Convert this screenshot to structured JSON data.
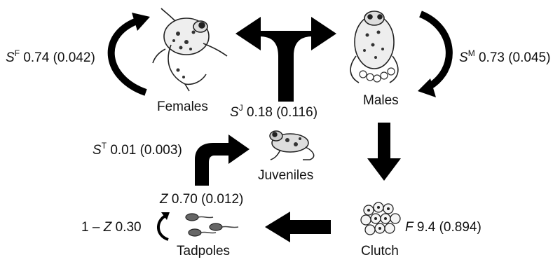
{
  "stages": {
    "females": "Females",
    "males": "Males",
    "juveniles": "Juveniles",
    "clutch": "Clutch",
    "tadpoles": "Tadpoles"
  },
  "rates": {
    "female_survival": {
      "symbol": "S",
      "superscript": "F",
      "value": "0.74 (0.042)"
    },
    "male_survival": {
      "symbol": "S",
      "superscript": "M",
      "value": "0.73 (0.045)"
    },
    "juvenile_survival": {
      "symbol": "S",
      "superscript": "J",
      "value": "0.18 (0.116)"
    },
    "tadpole_survival": {
      "symbol": "S",
      "superscript": "T",
      "value": "0.01 (0.003)"
    },
    "fecundity": {
      "symbol": "F",
      "value": "9.4 (0.894)"
    },
    "z_rate": {
      "symbol": "Z",
      "value": "0.70 (0.012)"
    },
    "one_minus_z": {
      "prefix": "1 – ",
      "symbol": "Z",
      "value": "0.30"
    }
  },
  "colors": {
    "arrow": "#000000",
    "text": "#111111",
    "ink": "#222222"
  },
  "icons": {
    "female_frog": "frog-illustration",
    "male_frog": "frog-with-eggs-illustration",
    "juvenile_frog": "small-frog-illustration",
    "tadpoles": "tadpoles-illustration",
    "clutch": "egg-clutch-illustration"
  }
}
